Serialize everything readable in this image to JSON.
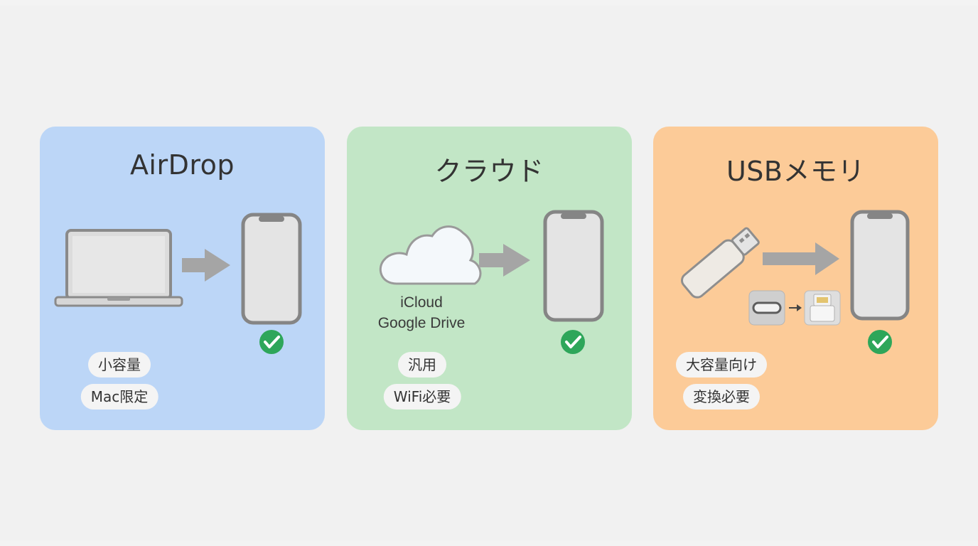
{
  "panels": {
    "airdrop": {
      "title": "AirDrop",
      "tags": [
        "小容量",
        "Mac限定"
      ]
    },
    "cloud": {
      "title": "クラウド",
      "services": [
        "iCloud",
        "Google Drive"
      ],
      "tags": [
        "汎用",
        "WiFi必要"
      ]
    },
    "usb": {
      "title": "USBメモリ",
      "tags": [
        "大容量向け",
        "変換必要"
      ]
    }
  },
  "icons": [
    "laptop-icon",
    "arrow-right-icon",
    "smartphone-icon",
    "check-circle-icon",
    "cloud-icon",
    "usb-drive-icon",
    "usb-c-connector-icon",
    "lightning-connector-icon"
  ],
  "colors": {
    "airdrop_bg": "#bcd6f7",
    "cloud_bg": "#c2e6c6",
    "usb_bg": "#fccb98",
    "check_green": "#2ea65a",
    "device_gray": "#8a8a8a"
  }
}
